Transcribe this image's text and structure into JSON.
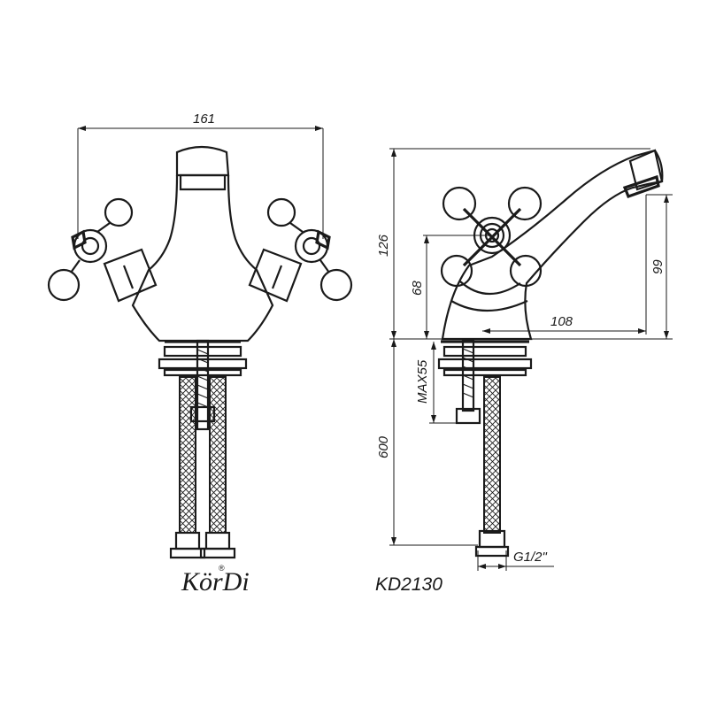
{
  "dimensions": {
    "width_total": "161",
    "height_total": "126",
    "handle_axis_height": "68",
    "spout_height": "99",
    "spout_reach": "108",
    "max_mount_thickness": "MAX55",
    "hose_length": "600",
    "thread": "G1/2\""
  },
  "branding": {
    "brand": "KörDi",
    "mark": "®",
    "model": "KD2130"
  }
}
